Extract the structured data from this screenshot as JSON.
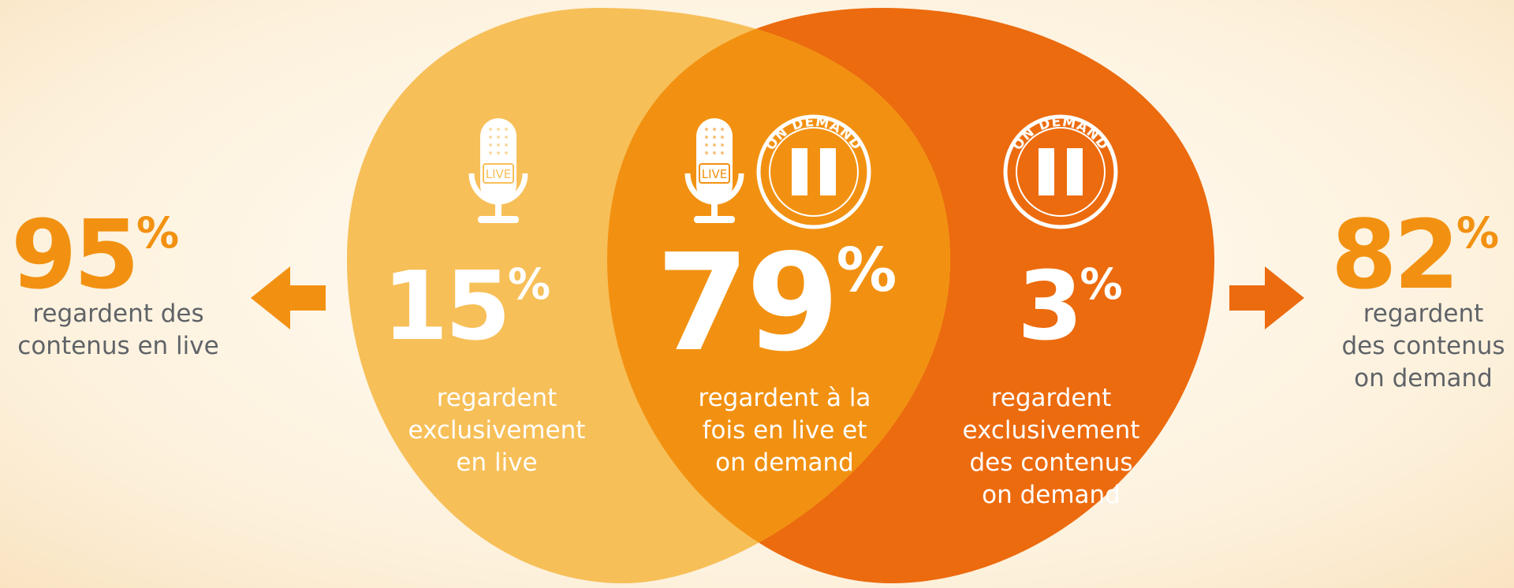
{
  "colors": {
    "live_circle": "#f7bf58",
    "overlap": "#f29111",
    "ondemand_circle": "#ec6b0e",
    "accent": "#f29111",
    "text_grey": "#5f6368",
    "white": "#ffffff"
  },
  "left_stat": {
    "value": "95",
    "unit": "%",
    "description": "regardent des\ncontenus en live",
    "arrow": "arrow-left-icon"
  },
  "right_stat": {
    "value": "82",
    "unit": "%",
    "description": "regardent\ndes contenus\non demand",
    "arrow": "arrow-right-icon"
  },
  "live_only": {
    "value": "15",
    "unit": "%",
    "description": "regardent\nexclusivement\nen live",
    "icons": [
      "live-microphone-icon"
    ]
  },
  "both": {
    "value": "79",
    "unit": "%",
    "description": "regardent à la\nfois en live et\non demand",
    "icons": [
      "live-microphone-icon",
      "on-demand-pause-icon"
    ]
  },
  "ondemand_only": {
    "value": "3",
    "unit": "%",
    "description": "regardent\nexclusivement\ndes contenus\non demand",
    "icons": [
      "on-demand-pause-icon"
    ]
  },
  "icon_text": {
    "live": "LIVE",
    "on_demand": "ON DEMAND"
  }
}
